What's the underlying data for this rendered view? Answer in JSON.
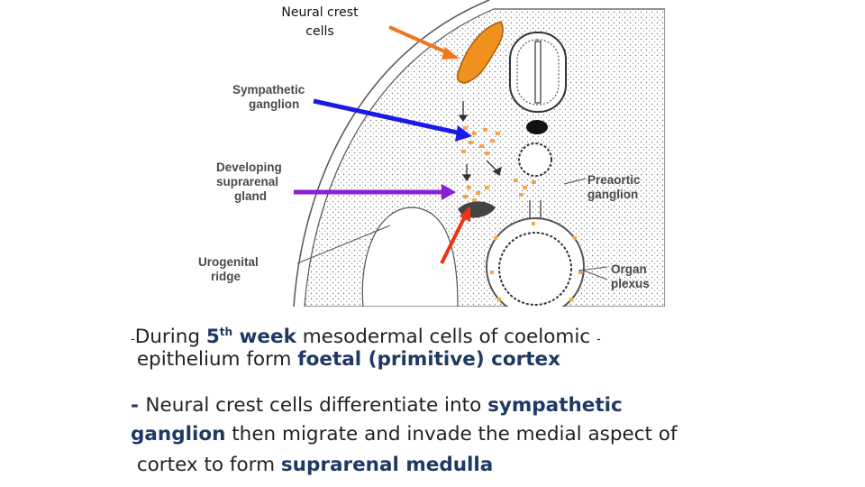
{
  "top_label": {
    "line1": "Neural crest",
    "line2": "cells"
  },
  "figure_labels": {
    "sympathetic": [
      "Sympathetic",
      "ganglion"
    ],
    "developing": [
      "Developing",
      "suprarenal",
      "gland"
    ],
    "urogenital": [
      "Urogenital",
      "ridge"
    ],
    "preaortic": [
      "Preaortic",
      "ganglion"
    ],
    "organ": [
      "Organ",
      "plexus"
    ]
  },
  "paragraph1": {
    "dash": "-",
    "pre": "During ",
    "bold_num": "5",
    "sup": "th",
    "bold_week": " week",
    "mid": " mesodermal cells of coelomic ",
    "dash2": "-",
    "line2_pre": " epithelium form ",
    "line2_bold": "foetal (primitive) cortex"
  },
  "paragraph2": {
    "dash": "- ",
    "l1_pre": "Neural crest cells differentiate into ",
    "l1_bold": "sympathetic",
    "l2_bold": "ganglion",
    "l2_rest": " then migrate and invade the medial aspect of",
    "l3_pre": " cortex to form ",
    "l3_bold": "suprarenal medulla"
  },
  "colors": {
    "orange_arrow": "#ee7722",
    "blue_arrow": "#1a1ae6",
    "purple_arrow": "#8a1fd6",
    "red_arrow": "#ee3311",
    "crest_fill": "#f0901e",
    "text_blue": "#1f3864"
  }
}
